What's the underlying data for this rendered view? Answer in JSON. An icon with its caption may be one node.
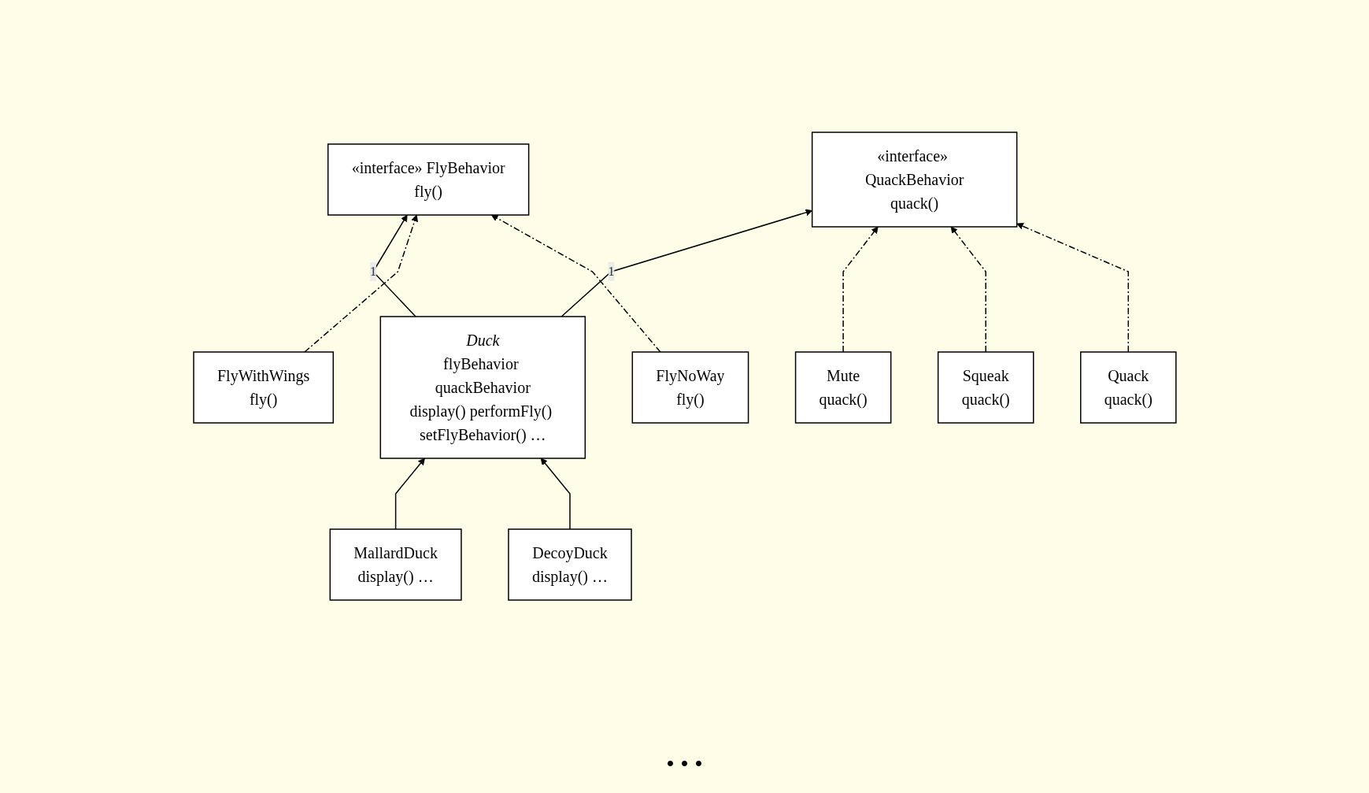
{
  "diagram": {
    "nodes": [
      {
        "text": [
          "Duck",
          "flyBehavior quackBehavior",
          "display() performFly() setFlyBehavior() …"
        ]
      },
      {
        "text": [
          "«interface» FlyBehavior",
          "fly()"
        ]
      },
      {
        "text": [
          "«interface» QuackBehavior",
          "quack()"
        ]
      },
      {
        "text": [
          "FlyWithWings",
          "fly()"
        ]
      },
      {
        "text": [
          "FlyNoWay",
          "fly()"
        ]
      },
      {
        "text": [
          "MallardDuck",
          "display() …"
        ]
      },
      {
        "text": [
          "DecoyDuck",
          "display() …"
        ]
      },
      {
        "text": [
          "Mute",
          "quack()"
        ]
      },
      {
        "text": [
          "Squeak",
          "quack()"
        ]
      },
      {
        "text": [
          "Quack",
          "quack()"
        ]
      }
    ],
    "edges": [
      {
        "from": 0,
        "to": 1,
        "arrow": "to",
        "label": "1"
      },
      {
        "from": 0,
        "to": 2,
        "arrow": "to",
        "label": "1"
      },
      {
        "from": 3,
        "to": 1,
        "arrow": "to",
        "style": "dashed"
      },
      {
        "from": 4,
        "to": 1,
        "arrow": "to",
        "style": "dashed"
      },
      {
        "from": 5,
        "to": 0,
        "arrow": "to"
      },
      {
        "from": 6,
        "to": 0,
        "arrow": "to"
      },
      {
        "from": 7,
        "to": 2,
        "arrow": "to",
        "style": "dashed"
      },
      {
        "from": 8,
        "to": 2,
        "arrow": "to",
        "style": "dashed"
      },
      {
        "from": 9,
        "to": 2,
        "arrow": "to",
        "style": "dashed"
      }
    ],
    "labels": [
      "• • •"
    ]
  }
}
